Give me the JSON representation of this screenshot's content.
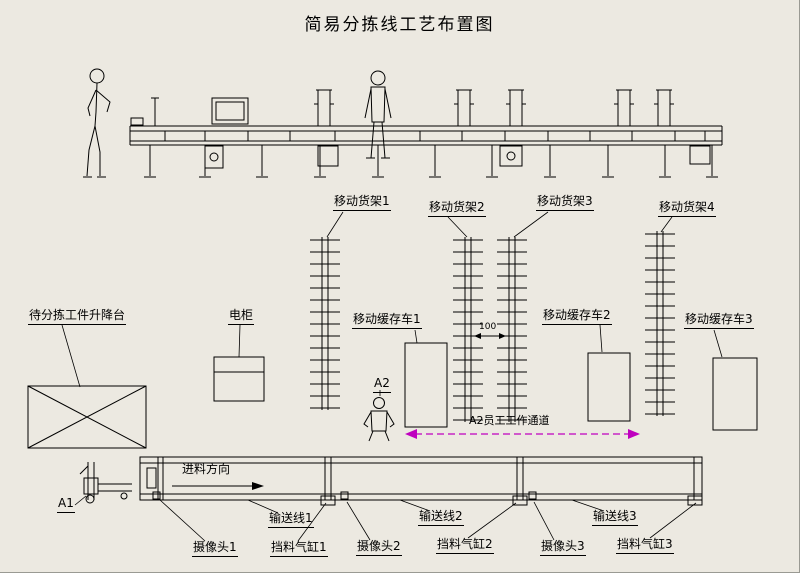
{
  "title": "简易分拣线工艺布置图",
  "racks": {
    "r1": "移动货架1",
    "r2": "移动货架2",
    "r3": "移动货架3",
    "r4": "移动货架4",
    "dim": "100"
  },
  "left": {
    "lift_table": "待分拣工件升降台",
    "cabinet": "电柜"
  },
  "carts": {
    "c1": "移动缓存车1",
    "c2": "移动缓存车2",
    "c3": "移动缓存车3"
  },
  "markers": {
    "a1": "A1",
    "a2": "A2"
  },
  "channel": {
    "label": "A2员工工作通道"
  },
  "conveyors": {
    "feed": "进料方向",
    "l1": "输送线1",
    "l2": "输送线2",
    "l3": "输送线3"
  },
  "devices": {
    "cam1": "摄像头1",
    "stop1": "挡料气缸1",
    "cam2": "摄像头2",
    "stop2": "挡料气缸2",
    "cam3": "摄像头3",
    "stop3": "挡料气缸3"
  },
  "colors": {
    "background": "#ece9e1",
    "line": "#000000",
    "channel_arrow": "#bf00bf"
  }
}
